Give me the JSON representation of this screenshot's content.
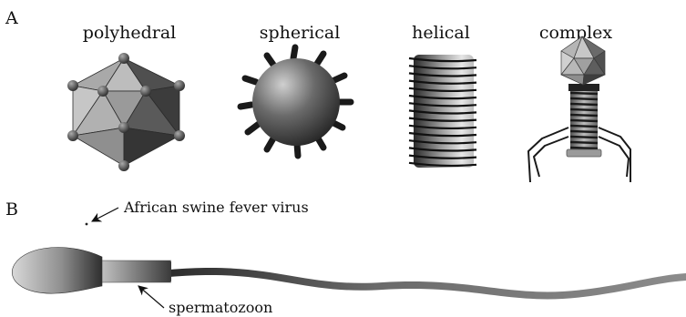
{
  "panel_a": {
    "letter": "A",
    "virus_shapes": [
      {
        "label": "polyhedral",
        "icon": "icosahedron-capsid-icon"
      },
      {
        "label": "spherical",
        "icon": "spiked-sphere-capsid-icon"
      },
      {
        "label": "helical",
        "icon": "helical-coil-capsid-icon"
      },
      {
        "label": "complex",
        "icon": "bacteriophage-icon"
      }
    ]
  },
  "panel_b": {
    "letter": "B",
    "virus_label": "African swine fever virus",
    "cell_label": "spermatozoon"
  }
}
